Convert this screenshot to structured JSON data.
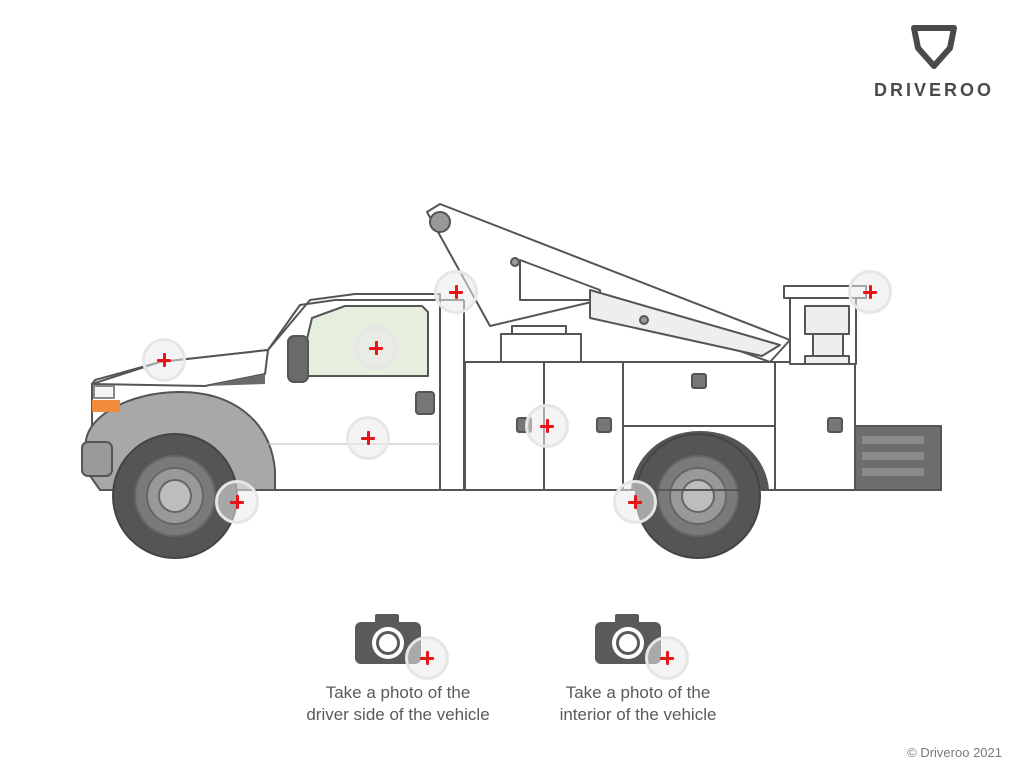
{
  "brand": {
    "name": "DRIVEROO",
    "logo_icon": "driveroo-shield-icon"
  },
  "vehicle": {
    "type": "tow truck",
    "view": "driver side",
    "hotspot_icon": "plus-icon",
    "hotspot_color": "#e8141a"
  },
  "actions": [
    {
      "icon": "camera-icon",
      "badge_icon": "plus-icon",
      "caption": "Take a photo of the\ndriver side of the vehicle"
    },
    {
      "icon": "camera-icon",
      "badge_icon": "plus-icon",
      "caption": "Take a photo of the\ninterior of the vehicle"
    }
  ],
  "footer": {
    "copyright": "© Driveroo 2021"
  }
}
